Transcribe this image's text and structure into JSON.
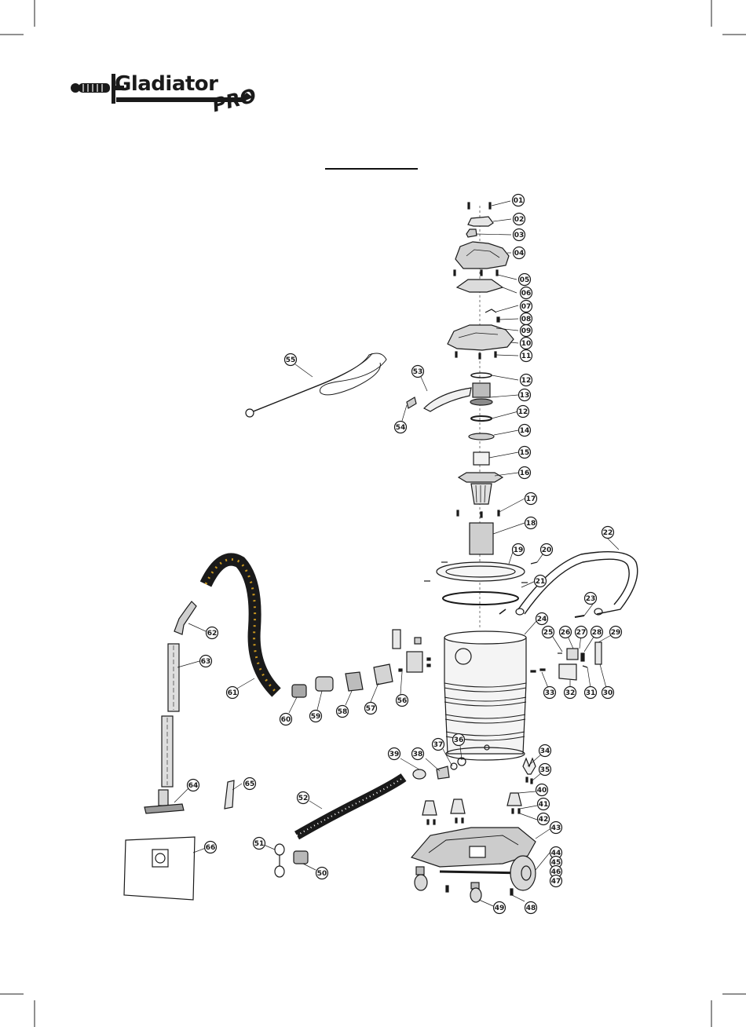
{
  "brand": {
    "name": "Gladiator",
    "sub": "PRO"
  },
  "colors": {
    "ink": "#1a1a1a",
    "accent": "#c8961e",
    "paper": "#ffffff"
  },
  "parts": [
    "01",
    "02",
    "03",
    "04",
    "05",
    "06",
    "07",
    "08",
    "09",
    "10",
    "11",
    "12",
    "13",
    "12",
    "14",
    "15",
    "16",
    "17",
    "18",
    "19",
    "20",
    "21",
    "22",
    "23",
    "24",
    "25",
    "26",
    "27",
    "28",
    "29",
    "30",
    "31",
    "32",
    "33",
    "34",
    "35",
    "36",
    "37",
    "38",
    "39",
    "40",
    "41",
    "42",
    "43",
    "44",
    "45",
    "46",
    "47",
    "48",
    "49",
    "50",
    "51",
    "52",
    "53",
    "54",
    "55",
    "56",
    "57",
    "58",
    "59",
    "60",
    "61",
    "62",
    "63",
    "64",
    "65",
    "66"
  ]
}
